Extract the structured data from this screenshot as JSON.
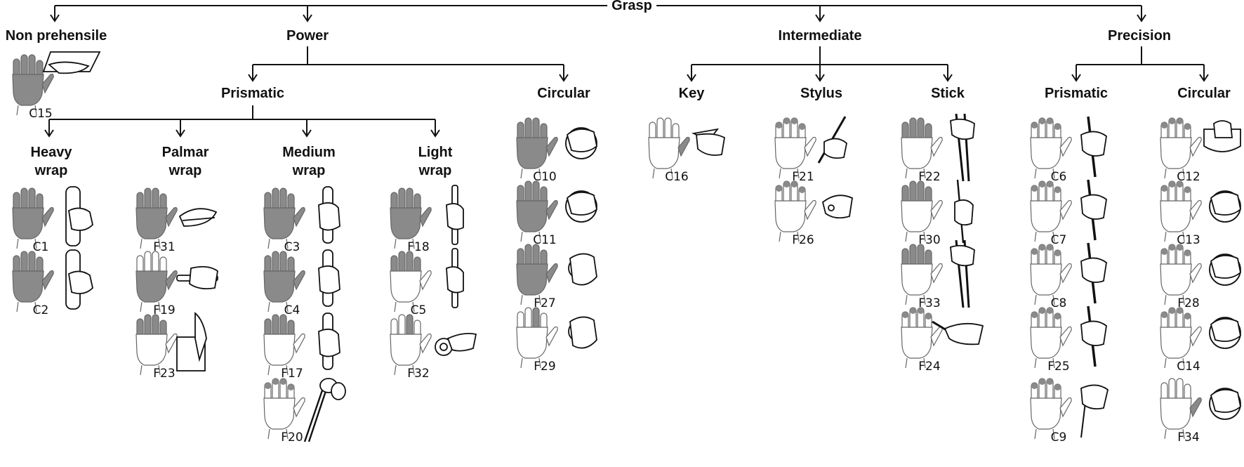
{
  "diagram": {
    "root": "Grasp",
    "categories": [
      {
        "id": "nonpre",
        "label": "Non prehensile"
      },
      {
        "id": "power",
        "label": "Power"
      },
      {
        "id": "inter",
        "label": "Intermediate"
      },
      {
        "id": "prec",
        "label": "Precision"
      },
      {
        "id": "pprism",
        "label": "Prismatic"
      },
      {
        "id": "pcirc",
        "label": "Circular"
      },
      {
        "id": "key",
        "label": "Key"
      },
      {
        "id": "stylus",
        "label": "Stylus"
      },
      {
        "id": "stick",
        "label": "Stick"
      },
      {
        "id": "xprism",
        "label": "Prismatic"
      },
      {
        "id": "xcirc",
        "label": "Circular"
      },
      {
        "id": "heavy",
        "label": "Heavy wrap"
      },
      {
        "id": "palmar",
        "label": "Palmar wrap"
      },
      {
        "id": "medium",
        "label": "Medium wrap"
      },
      {
        "id": "light",
        "label": "Light wrap"
      }
    ],
    "grasps": [
      {
        "code": "C15",
        "category": "Non prehensile",
        "contact": "palm-fingers",
        "object": "plate"
      },
      {
        "code": "C1",
        "category": "Heavy wrap",
        "contact": "palm-fingers",
        "object": "large-cylinder"
      },
      {
        "code": "C2",
        "category": "Heavy wrap",
        "contact": "palm-fingers",
        "object": "large-cylinder"
      },
      {
        "code": "F31",
        "category": "Palmar wrap",
        "contact": "palm-fingers",
        "object": "flat-object"
      },
      {
        "code": "F19",
        "category": "Palmar wrap",
        "contact": "palm-thumb",
        "object": "bar"
      },
      {
        "code": "F23",
        "category": "Palmar wrap",
        "contact": "fingers",
        "object": "box"
      },
      {
        "code": "C3",
        "category": "Medium wrap",
        "contact": "palm-fingers",
        "object": "cylinder"
      },
      {
        "code": "C4",
        "category": "Medium wrap",
        "contact": "palm-fingers",
        "object": "cylinder"
      },
      {
        "code": "F17",
        "category": "Medium wrap",
        "contact": "fingers",
        "object": "cylinder"
      },
      {
        "code": "F20",
        "category": "Medium wrap",
        "contact": "fingertips",
        "object": "scissors"
      },
      {
        "code": "F18",
        "category": "Light wrap",
        "contact": "palm-fingers",
        "object": "thin-rod"
      },
      {
        "code": "C5",
        "category": "Light wrap",
        "contact": "fingers",
        "object": "thin-rod"
      },
      {
        "code": "F32",
        "category": "Light wrap",
        "contact": "middle-finger",
        "object": "tape"
      },
      {
        "code": "C10",
        "category": "Power Circular",
        "contact": "palm-fingers",
        "object": "sphere"
      },
      {
        "code": "C11",
        "category": "Power Circular",
        "contact": "palm-fingers",
        "object": "sphere"
      },
      {
        "code": "F27",
        "category": "Power Circular",
        "contact": "palm-fingers",
        "object": "small-sphere"
      },
      {
        "code": "F29",
        "category": "Power Circular",
        "contact": "middle-finger",
        "object": "small-sphere"
      },
      {
        "code": "C16",
        "category": "Key",
        "contact": "thumb-index",
        "object": "key"
      },
      {
        "code": "F21",
        "category": "Stylus",
        "contact": "fingertips",
        "object": "pen"
      },
      {
        "code": "F26",
        "category": "Stylus",
        "contact": "fingertips",
        "object": "small-object"
      },
      {
        "code": "F22",
        "category": "Stick",
        "contact": "fingers",
        "object": "chopsticks"
      },
      {
        "code": "F30",
        "category": "Stick",
        "contact": "fingers",
        "object": "stick"
      },
      {
        "code": "F33",
        "category": "Stick",
        "contact": "fingers",
        "object": "chopsticks"
      },
      {
        "code": "F24",
        "category": "Stick",
        "contact": "fingertips",
        "object": "pencil"
      },
      {
        "code": "C6",
        "category": "Precision Prismatic",
        "contact": "fingertips",
        "object": "rod"
      },
      {
        "code": "C7",
        "category": "Precision Prismatic",
        "contact": "fingertips",
        "object": "rod"
      },
      {
        "code": "C8",
        "category": "Precision Prismatic",
        "contact": "fingertips",
        "object": "rod"
      },
      {
        "code": "F25",
        "category": "Precision Prismatic",
        "contact": "fingertips",
        "object": "rod"
      },
      {
        "code": "C9",
        "category": "Precision Prismatic",
        "contact": "fingertips",
        "object": "needle"
      },
      {
        "code": "C12",
        "category": "Precision Circular",
        "contact": "fingertips",
        "object": "lid"
      },
      {
        "code": "C13",
        "category": "Precision Circular",
        "contact": "fingertips",
        "object": "sphere"
      },
      {
        "code": "F28",
        "category": "Precision Circular",
        "contact": "fingertips",
        "object": "sphere"
      },
      {
        "code": "C14",
        "category": "Precision Circular",
        "contact": "fingertips",
        "object": "sphere"
      },
      {
        "code": "F34",
        "category": "Precision Circular",
        "contact": "thumb",
        "object": "sphere"
      }
    ]
  },
  "colors": {
    "line": "#111111",
    "shade": "#8a8a8a",
    "outline": "#666666"
  }
}
